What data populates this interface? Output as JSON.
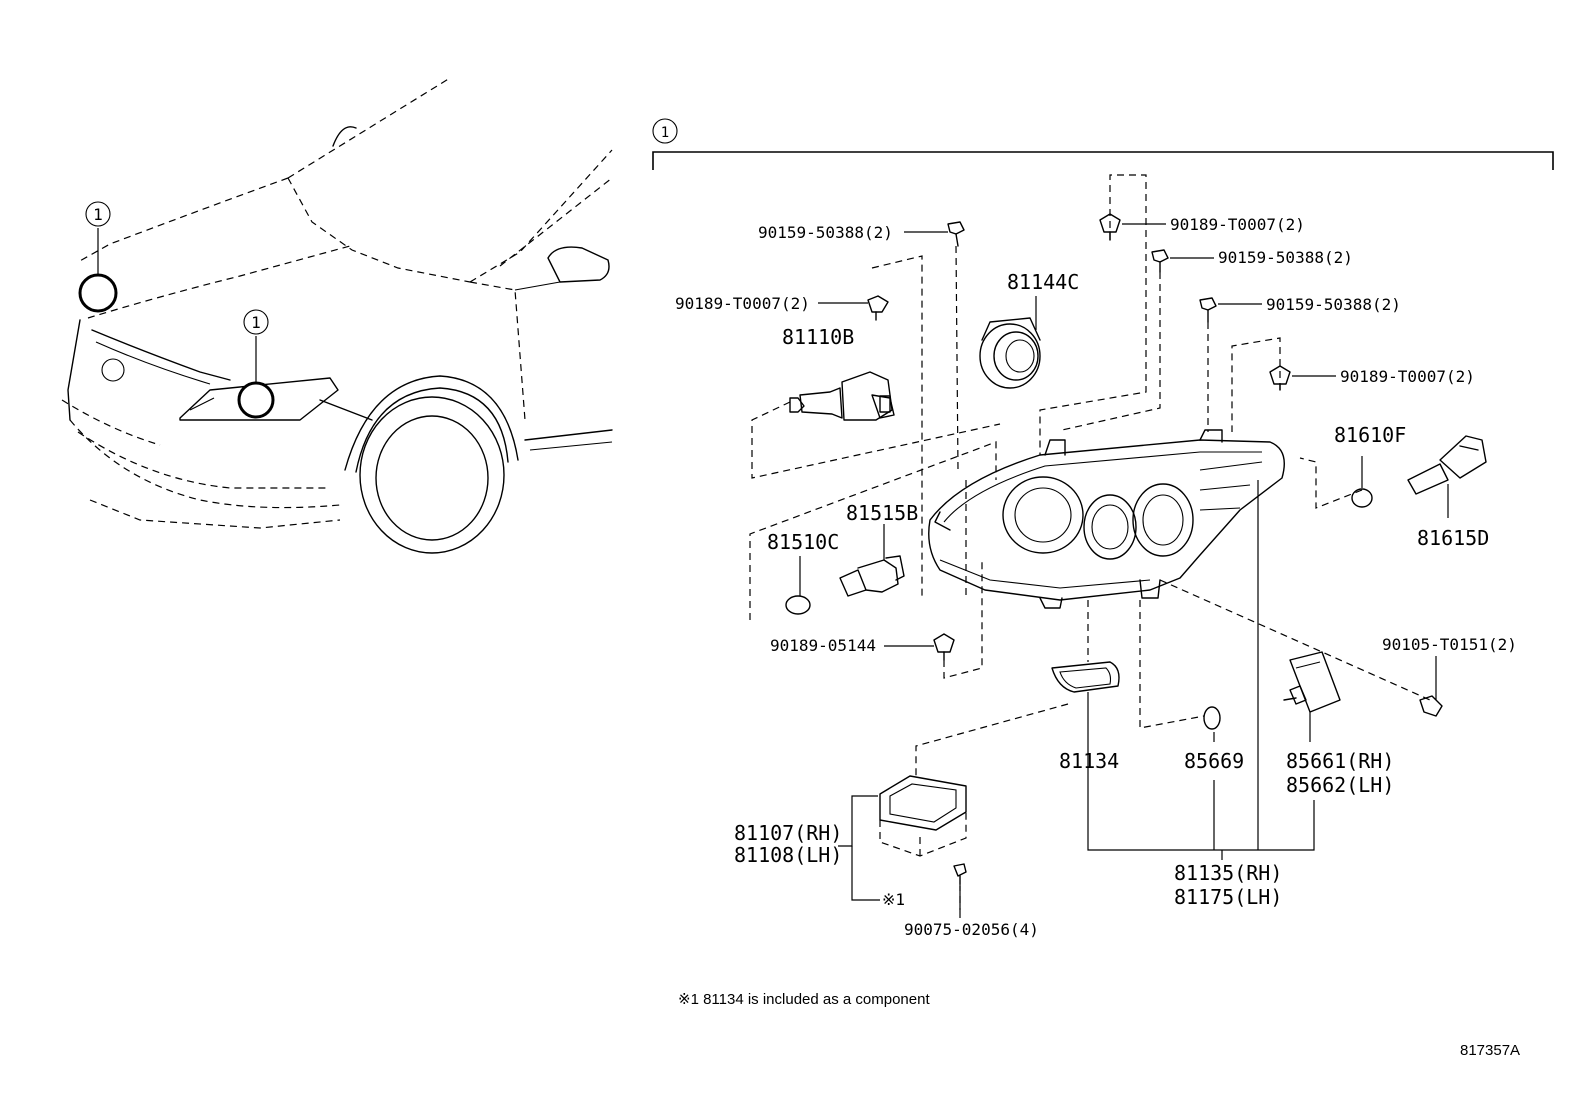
{
  "diagram": {
    "index_marker": "1",
    "car_callouts": [
      "1",
      "1"
    ],
    "parts": {
      "screw_a": "90159-50388(2)",
      "clip_a": "90189-T0007(2)",
      "bulb_high": "81110B",
      "retainer_ring": "81144C",
      "clip_b": "90189-T0007(2)",
      "screw_b": "90159-50388(2)",
      "screw_c": "90159-50388(2)",
      "clip_c": "90189-T0007(2)",
      "bulb_side": "81610F",
      "socket_side": "81615D",
      "socket_front": "81515B",
      "bulb_front": "81510C",
      "clip_d": "90189-05144",
      "bolt": "90105-T0151(2)",
      "gasket": "81134",
      "oring": "85669",
      "leveling_motor_rh": "85661(RH)",
      "leveling_motor_lh": "85662(LH)",
      "ballast_rh": "81107(RH)",
      "ballast_lh": "81108(LH)",
      "ballast_note_ref": "※1",
      "ballast_screw": "90075-02056(4)",
      "headlamp_assy_rh": "81135(RH)",
      "headlamp_assy_lh": "81175(LH)"
    },
    "footnote": "※1 81134 is included as a component",
    "figure_code": "817357A"
  }
}
